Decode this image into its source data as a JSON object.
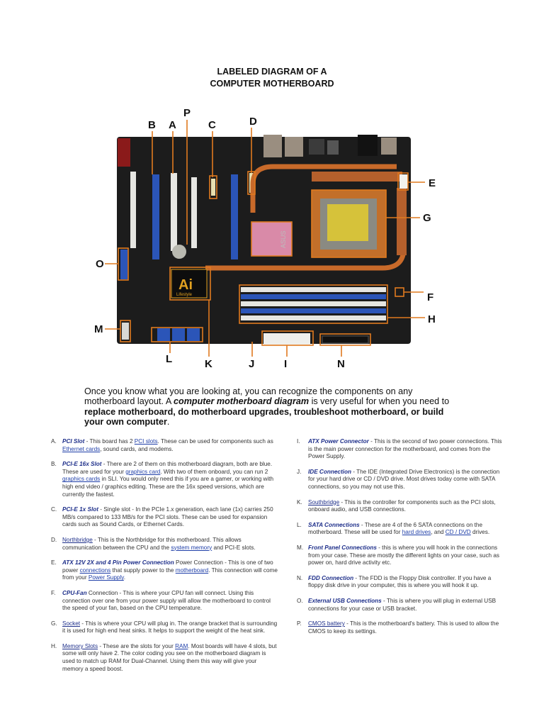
{
  "title": {
    "line1": "LABELED DIAGRAM OF A",
    "line2": "COMPUTER MOTHERBOARD"
  },
  "diagram": {
    "labels": [
      "A",
      "B",
      "C",
      "D",
      "E",
      "F",
      "G",
      "H",
      "I",
      "J",
      "K",
      "L",
      "M",
      "N",
      "O",
      "P"
    ],
    "board_text": {
      "logo": "Lifestyle",
      "brand": "ASUS"
    }
  },
  "intro": {
    "p1": "Once you know what you are looking at, you can recognize the components on any motherboard layout. A ",
    "p2": "computer motherboard diagram",
    "p3": " is very useful for when you need to ",
    "p4": "replace motherboard, do motherboard upgrades, troubleshoot motherboard, or build your own computer",
    "p5": "."
  },
  "items_left": [
    {
      "letter": "A.",
      "term": "PCI Slot",
      "segments": [
        {
          "t": " - This board has 2 "
        },
        {
          "t": "PCI slots",
          "link": true
        },
        {
          "t": ". These can be used for components such as "
        },
        {
          "t": "Ethernet cards",
          "link": true
        },
        {
          "t": ", sound cards, and modems."
        }
      ]
    },
    {
      "letter": "B.",
      "term": "PCI-E 16x Slot",
      "segments": [
        {
          "t": " - There are 2 of them on this motherboard diagram, both are blue. These are used for your "
        },
        {
          "t": "graphics card",
          "link": true
        },
        {
          "t": ". With two of them onboard, you can run 2 "
        },
        {
          "t": "graphics cards",
          "link": true
        },
        {
          "t": " in SLI. You would only need this if you are a gamer, or working with high end video / graphics editing. These are the 16x speed versions, which are currently the fastest."
        }
      ]
    },
    {
      "letter": "C.",
      "term": "PCI-E 1x Slot",
      "segments": [
        {
          "t": " - Single slot - In the PCIe 1.x generation, each lane (1x) carries 250 MB/s compared to 133 MB/s for the PCI slots. These can be used for expansion cards such as Sound Cards, or Ethernet Cards."
        }
      ]
    },
    {
      "letter": "D.",
      "term": "Northbridge",
      "plain": true,
      "segments": [
        {
          "t": " - This is the Northbridge for this motherboard. This allows communication between the CPU and the "
        },
        {
          "t": "system memory",
          "link": true
        },
        {
          "t": " and PCI-E slots."
        }
      ]
    },
    {
      "letter": "E.",
      "term": "ATX 12V 2X and 4 Pin Power Connection",
      "segments": [
        {
          "t": " Power Connection - This is one of two power "
        },
        {
          "t": "connections",
          "link": true
        },
        {
          "t": " that supply power to the "
        },
        {
          "t": "motherboard",
          "link": true
        },
        {
          "t": ". This connection will come from your "
        },
        {
          "t": "Power Supply",
          "link": true
        },
        {
          "t": "."
        }
      ]
    },
    {
      "letter": "F.",
      "term": "CPU-Fan",
      "segments": [
        {
          "t": " Connection - This is where your CPU fan will connect. Using this connection over one from your power supply will allow the motherboard to control the speed of your fan, based on the CPU temperature."
        }
      ]
    },
    {
      "letter": "G.",
      "term": "Socket",
      "plain": true,
      "segments": [
        {
          "t": " - This is where your CPU will plug in. The orange bracket that is surrounding it is used for high end heat sinks. It helps to support the weight of the heat sink."
        }
      ]
    },
    {
      "letter": "H.",
      "term": "Memory Slots",
      "plain": true,
      "segments": [
        {
          "t": " - These are the slots for your "
        },
        {
          "t": "RAM",
          "link": true
        },
        {
          "t": ". Most boards will have 4 slots, but some will only have 2. The color coding you see on the motherboard diagram is used to match up RAM for Dual-Channel. Using them this way will give your memory a speed boost."
        }
      ]
    }
  ],
  "items_right": [
    {
      "letter": "I.",
      "term": "ATX Power Connector",
      "segments": [
        {
          "t": " - This is the second of two power connections. This is the main power connection for the motherboard, and comes from the Power Supply."
        }
      ]
    },
    {
      "letter": "J.",
      "term": "IDE Connection",
      "segments": [
        {
          "t": " - The IDE (Integrated Drive Electronics) is the connection for your hard drive or CD / DVD drive. Most drives today come with SATA connections, so you may not use this."
        }
      ]
    },
    {
      "letter": "K.",
      "term": "Southbridge",
      "plain": true,
      "segments": [
        {
          "t": " - This is the controller for components such as the PCI slots, onboard audio, and USB connections."
        }
      ]
    },
    {
      "letter": "L.",
      "term": "SATA Connections",
      "segments": [
        {
          "t": " - These are 4 of the 6 SATA connections on the motherboard. These will be used for "
        },
        {
          "t": "hard drives",
          "link": true
        },
        {
          "t": ", and "
        },
        {
          "t": "CD / DVD",
          "link": true
        },
        {
          "t": " drives."
        }
      ]
    },
    {
      "letter": "M.",
      "term": "Front Panel Connections",
      "segments": [
        {
          "t": " - this is where you will hook in the connections from your case. These are mostly the different lights on your case, such as power on, hard drive activity etc."
        }
      ]
    },
    {
      "letter": "N.",
      "term": "FDD Connection",
      "segments": [
        {
          "t": " - The FDD is the Floppy Disk controller. If you have a floppy disk drive in your computer, this is where you will hook it up."
        }
      ]
    },
    {
      "letter": "O.",
      "term": "External USB Connections",
      "segments": [
        {
          "t": " - This is where you will plug in external USB connections for your case or USB bracket."
        }
      ]
    },
    {
      "letter": "P.",
      "term": "CMOS battery",
      "plain": true,
      "segments": [
        {
          "t": " - This is the motherboard's battery. This is used to allow the CMOS to keep its settings."
        }
      ]
    }
  ],
  "colors": {
    "accent": "#e07a1f",
    "link": "#1e3ea8",
    "term": "#1e2f8a",
    "pcie": "#2b55b8",
    "board": "#1c1c1c"
  }
}
